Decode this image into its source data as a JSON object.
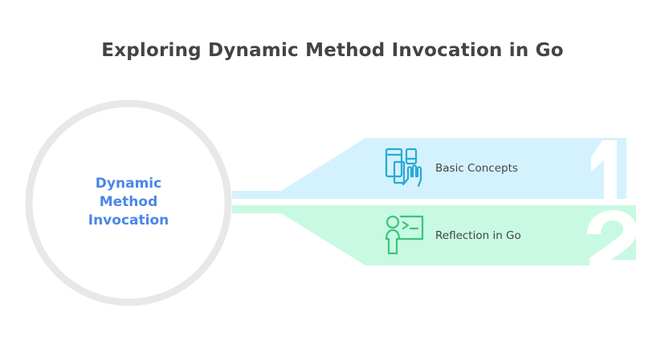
{
  "title": "Exploring Dynamic Method Invocation in Go",
  "center": {
    "lines": [
      "Dynamic",
      "Method",
      "Invocation"
    ]
  },
  "items": [
    {
      "number": "1",
      "label": "Basic Concepts",
      "icon": "devices-touch-icon",
      "color": "#29a9d6",
      "fill": "#d4f2fd"
    },
    {
      "number": "2",
      "label": "Reflection in Go",
      "icon": "presenter-terminal-icon",
      "color": "#3cc47c",
      "fill": "#c8f9e2"
    }
  ],
  "colors": {
    "title": "#444444",
    "center_text": "#4a86e8",
    "ring": "#e8e8e8"
  }
}
